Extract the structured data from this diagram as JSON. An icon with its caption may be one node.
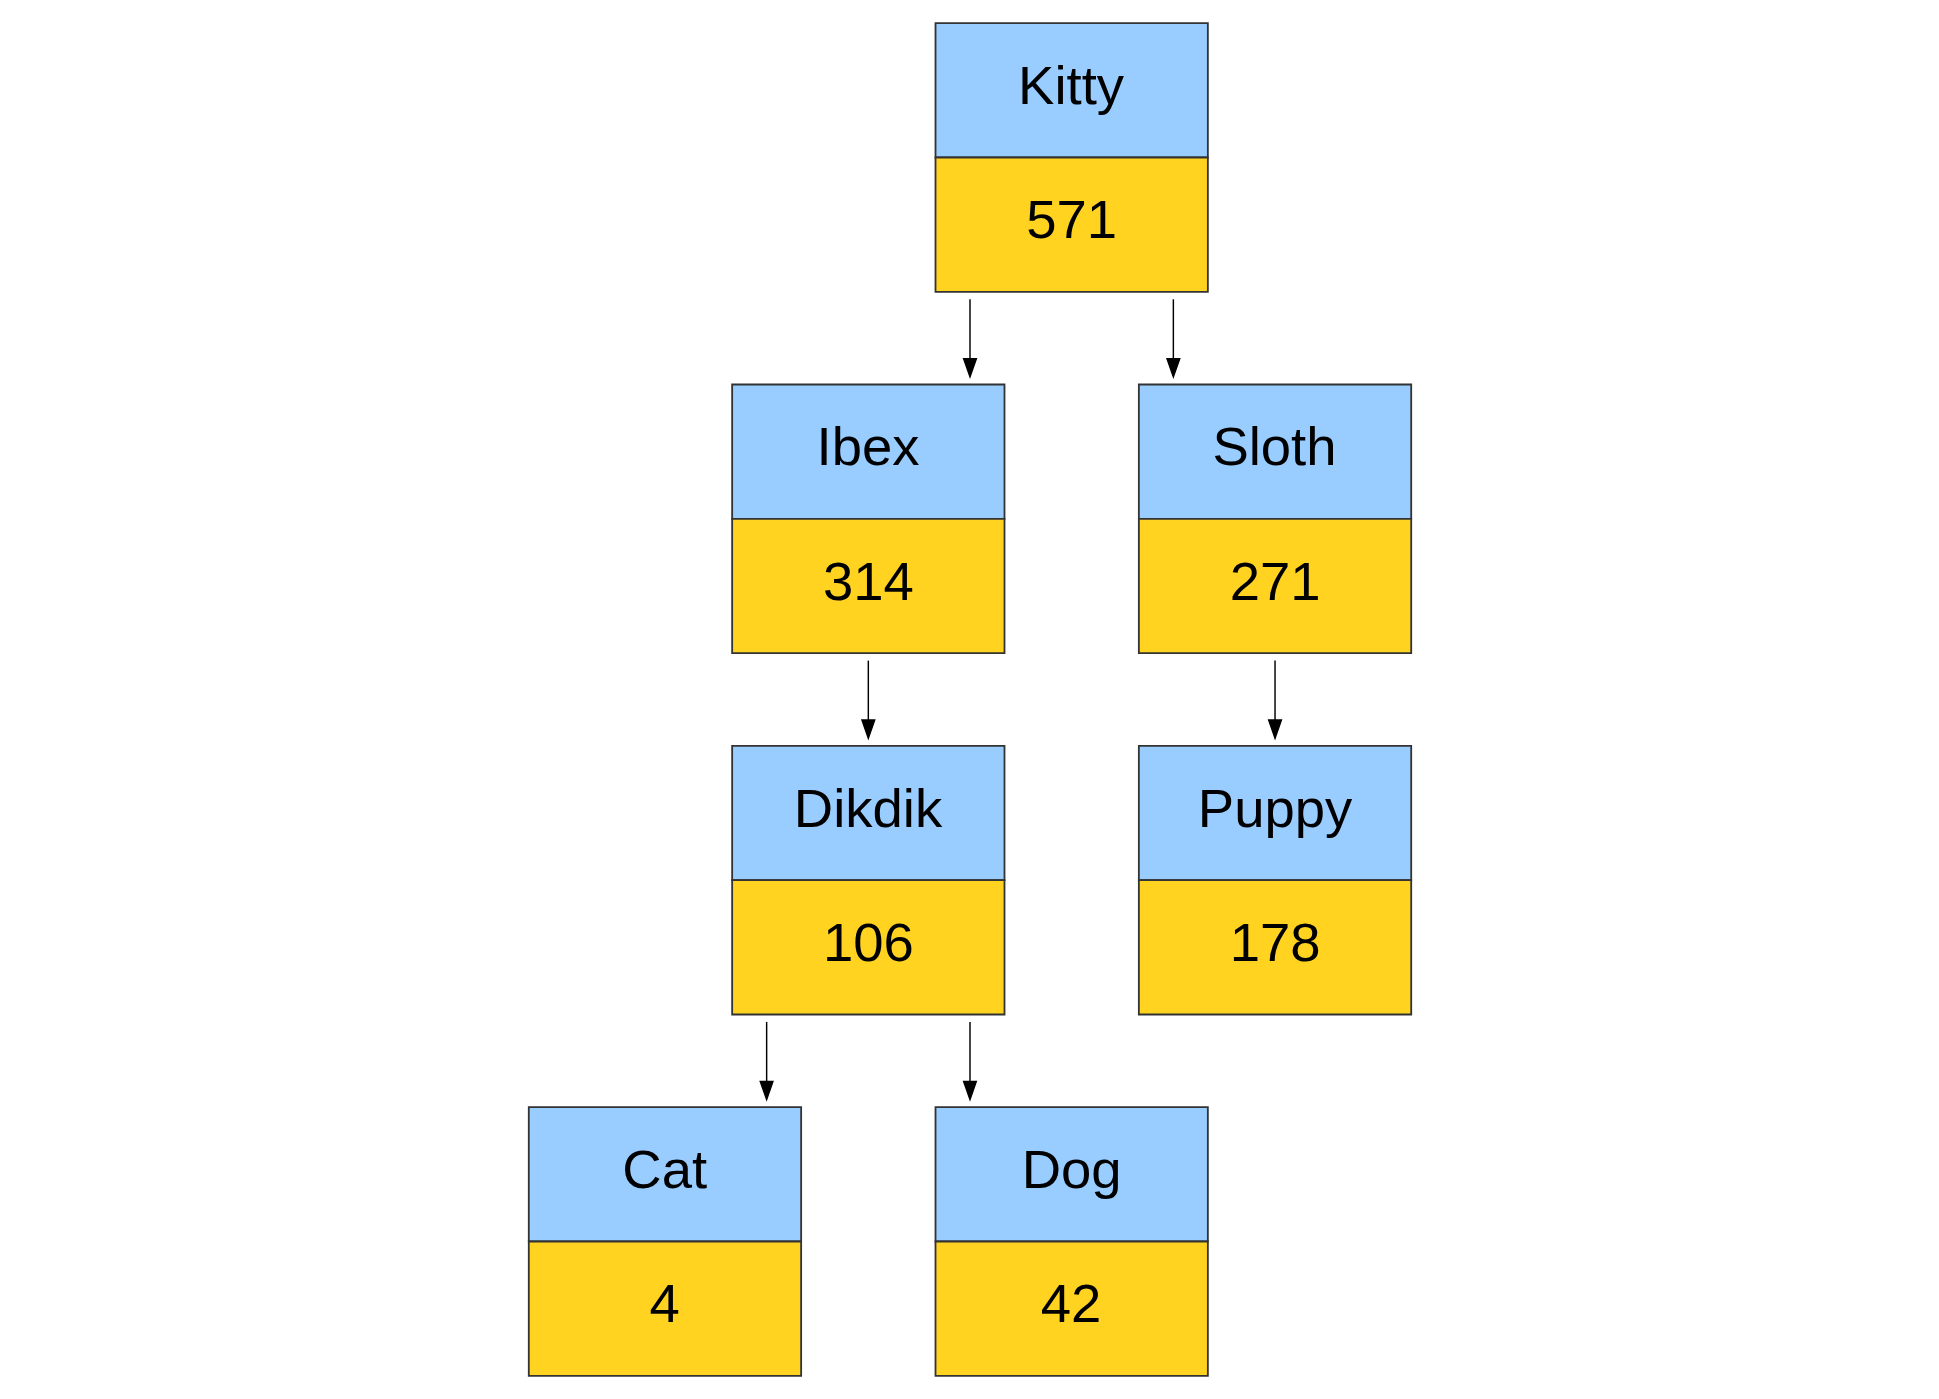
{
  "diagram": {
    "nodes": [
      {
        "text": [
          "Kitty",
          "571"
        ]
      },
      {
        "text": [
          "Ibex",
          "314"
        ]
      },
      {
        "text": [
          "Sloth",
          "271"
        ]
      },
      {
        "text": [
          "Dikdik",
          "106"
        ]
      },
      {
        "text": [
          "Puppy",
          "178"
        ]
      },
      {
        "text": [
          "Cat",
          "4"
        ]
      },
      {
        "text": [
          "Dog",
          "42"
        ]
      }
    ],
    "edges": [
      {
        "from": 0,
        "to": 1,
        "arrow": "to"
      },
      {
        "from": 0,
        "to": 2,
        "arrow": "to"
      },
      {
        "from": 1,
        "to": 3,
        "arrow": "to"
      },
      {
        "from": 3,
        "to": 5,
        "arrow": "to"
      },
      {
        "from": 3,
        "to": 6,
        "arrow": "to"
      },
      {
        "from": 2,
        "to": 4,
        "arrow": "to"
      }
    ]
  }
}
